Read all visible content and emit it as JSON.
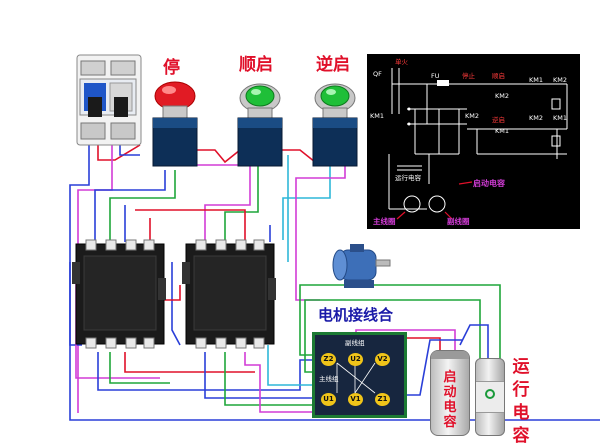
{
  "labels": {
    "stop": "停",
    "forward_start": "顺启",
    "reverse_start": "逆启",
    "motor_terminal_box": "电机接线合",
    "run_capacitor": "运行电容",
    "start_capacitor": "启动电容"
  },
  "schematic": {
    "qf": "QF",
    "phase": "单火",
    "fu": "FU",
    "stop": "停止",
    "forward": "顺启",
    "reverse": "逆启",
    "km1": "KM1",
    "km2": "KM2",
    "run_cap": "运行电容",
    "start_cap": "启动电容",
    "main_winding": "主线圈",
    "aux_winding": "副线圈"
  },
  "terminal_box": {
    "header": "副线组",
    "sub": "主线组",
    "terminals_top": [
      "Z2",
      "U2",
      "V2"
    ],
    "terminals_bottom": [
      "U1",
      "V1",
      "Z1"
    ]
  },
  "colors": {
    "red_label": "#e0102a",
    "blue_label": "#1a1aa8",
    "wire_blue": "#2a3fd8",
    "wire_magenta": "#d23cd6",
    "wire_red": "#e0102a",
    "wire_cyan": "#2fb7d8",
    "wire_green": "#1fa63a"
  }
}
